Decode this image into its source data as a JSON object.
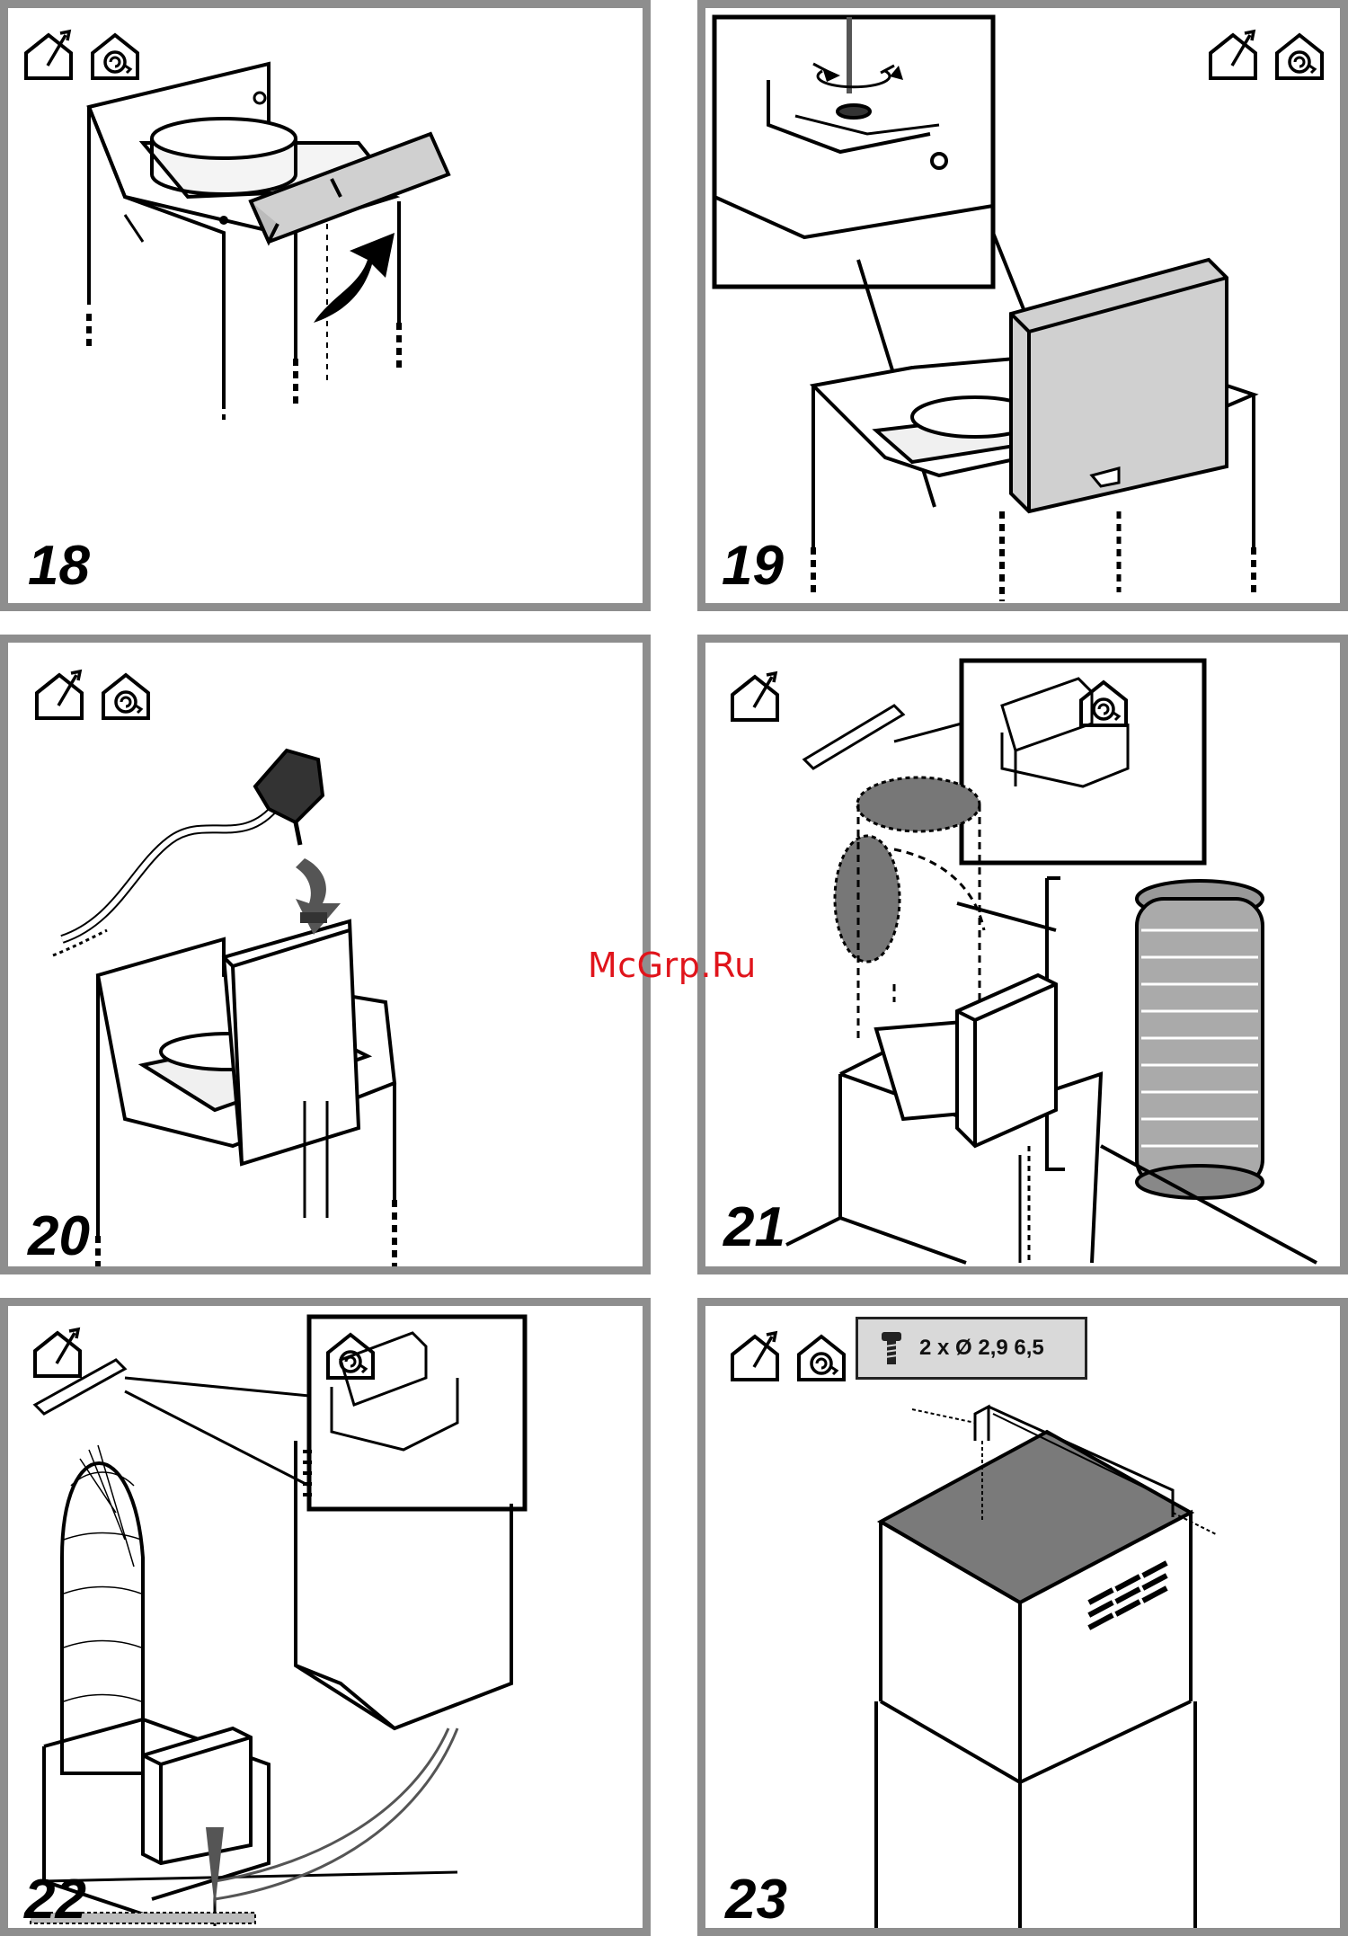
{
  "panels": [
    {
      "step": "18",
      "icons": [
        "extraction-house-icon",
        "recirculation-house-icon"
      ]
    },
    {
      "step": "19",
      "icons": [
        "extraction-house-icon",
        "recirculation-house-icon"
      ]
    },
    {
      "step": "20",
      "icons": [
        "extraction-house-icon",
        "recirculation-house-icon"
      ]
    },
    {
      "step": "21",
      "icons": [
        "extraction-house-icon",
        "recirculation-house-icon"
      ]
    },
    {
      "step": "22",
      "icons": [
        "extraction-house-icon",
        "recirculation-house-icon"
      ]
    },
    {
      "step": "23",
      "icons": [
        "extraction-house-icon",
        "recirculation-house-icon"
      ]
    }
  ],
  "screw_spec": {
    "label": "2 x  Ø 2,9 6,5"
  },
  "watermark": "McGrp.Ru",
  "colors": {
    "frame": "#8e8e8e",
    "fill_gray": "#d0d0d0",
    "dark_gray": "#7a7a7a",
    "watermark": "#e0141b"
  }
}
